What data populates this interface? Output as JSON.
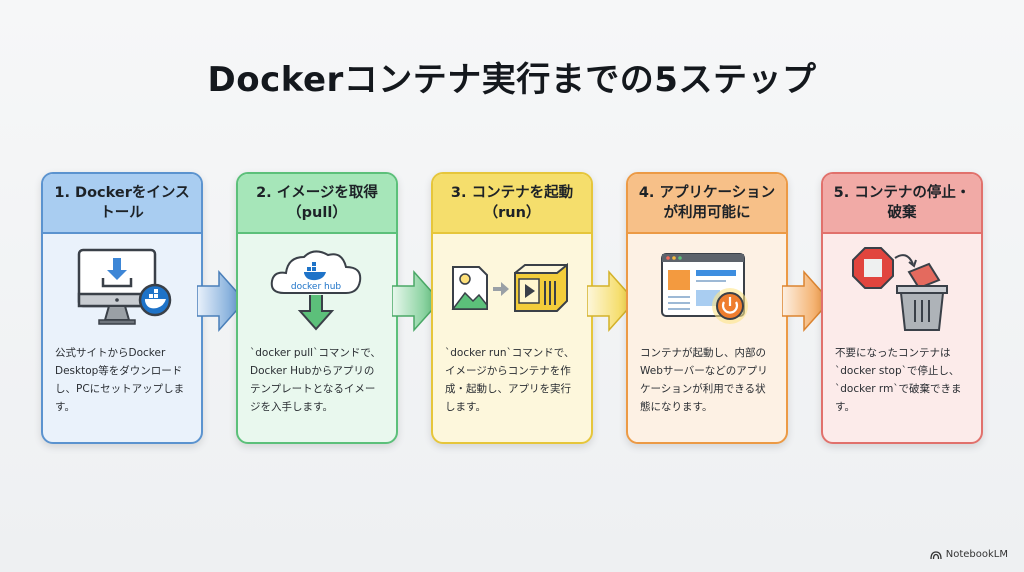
{
  "title": "Dockerコンテナ実行までの5ステップ",
  "steps": [
    {
      "heading": "1. Dockerをインストール",
      "icon": "monitor-download-docker-icon",
      "text": "公式サイトからDocker Desktop等をダウンロードし、PCにセットアップします。",
      "color": "#5b93cf"
    },
    {
      "heading": "2. イメージを取得（pull）",
      "icon": "docker-hub-cloud-icon",
      "icon_label": "docker hub",
      "text": "`docker pull`コマンドで、Docker Hubからアプリのテンプレートとなるイメージを入手します。",
      "color": "#5cc07a"
    },
    {
      "heading": "3. コンテナを起動（run）",
      "icon": "image-to-container-icon",
      "text": "`docker run`コマンドで、イメージからコンテナを作成・起動し、アプリを実行します。",
      "color": "#e6c63b"
    },
    {
      "heading": "4. アプリケーションが利用可能に",
      "icon": "browser-power-icon",
      "text": "コンテナが起動し、内部のWebサーバーなどのアプリケーションが利用できる状態になります。",
      "color": "#ec9a45"
    },
    {
      "heading": "5. コンテナの停止・破棄",
      "icon": "stop-trash-icon",
      "text": "不要になったコンテナは`docker stop`で停止し、`docker rm`で破棄できます。",
      "color": "#e1716c"
    }
  ],
  "brand": "NotebookLM"
}
